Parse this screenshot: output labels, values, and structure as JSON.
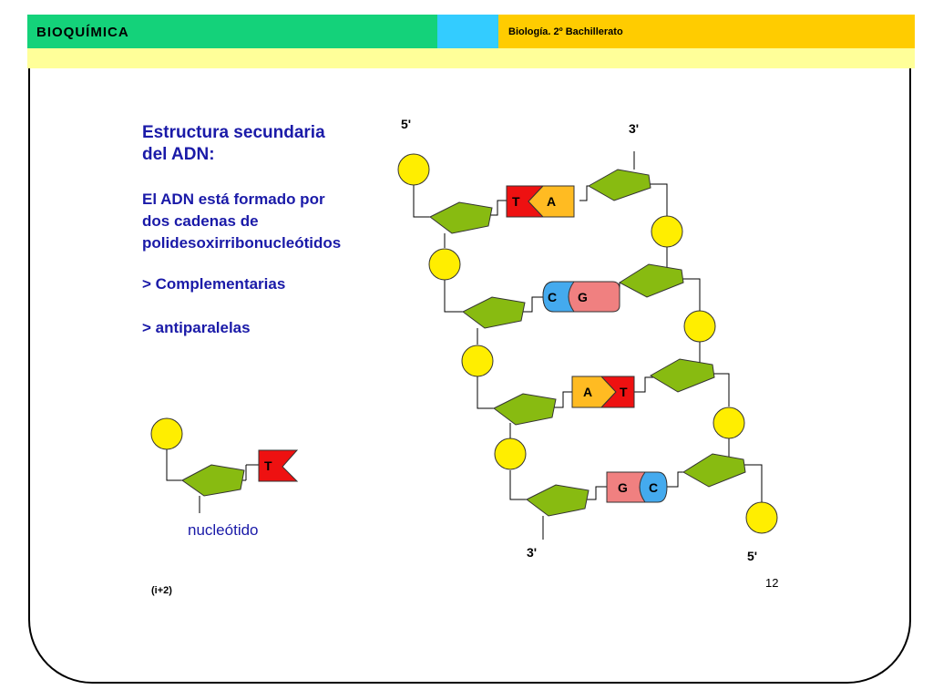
{
  "header": {
    "title": "BIOQUÍMICA",
    "course": "Biología. 2º Bachillerato",
    "colors": {
      "green": "#14d27a",
      "cyan": "#33ccff",
      "yellow": "#ffcc00",
      "subbar": "#ffff99"
    }
  },
  "slide": {
    "heading": [
      "Estructura secundaria",
      "del ADN:"
    ],
    "description": [
      "El ADN está formado por",
      "dos cadenas de",
      "polidesoxirribonucleótidos"
    ],
    "points": [
      "> Complementarias",
      "> antiparalelas"
    ],
    "nucleotide_label": "nucleótido",
    "nucleotide_base": "T",
    "reference": "(i+2)",
    "page_number": "12"
  },
  "dna": {
    "left_strand": {
      "top_label": "5'",
      "bottom_label": "3'"
    },
    "right_strand": {
      "top_label": "3'",
      "bottom_label": "5'"
    },
    "pairs": [
      {
        "left": "T",
        "right": "A",
        "type": "purine-pyrimidine-flag"
      },
      {
        "left": "C",
        "right": "G",
        "type": "round"
      },
      {
        "left": "A",
        "right": "T",
        "type": "purine-pyrimidine-flag"
      },
      {
        "left": "G",
        "right": "C",
        "type": "round"
      }
    ],
    "colors": {
      "phosphate": "#ffee00",
      "sugar": "#88bb11",
      "T": "#ee1111",
      "A": "#ffbb22",
      "C": "#44aaee",
      "G": "#f08080"
    }
  }
}
